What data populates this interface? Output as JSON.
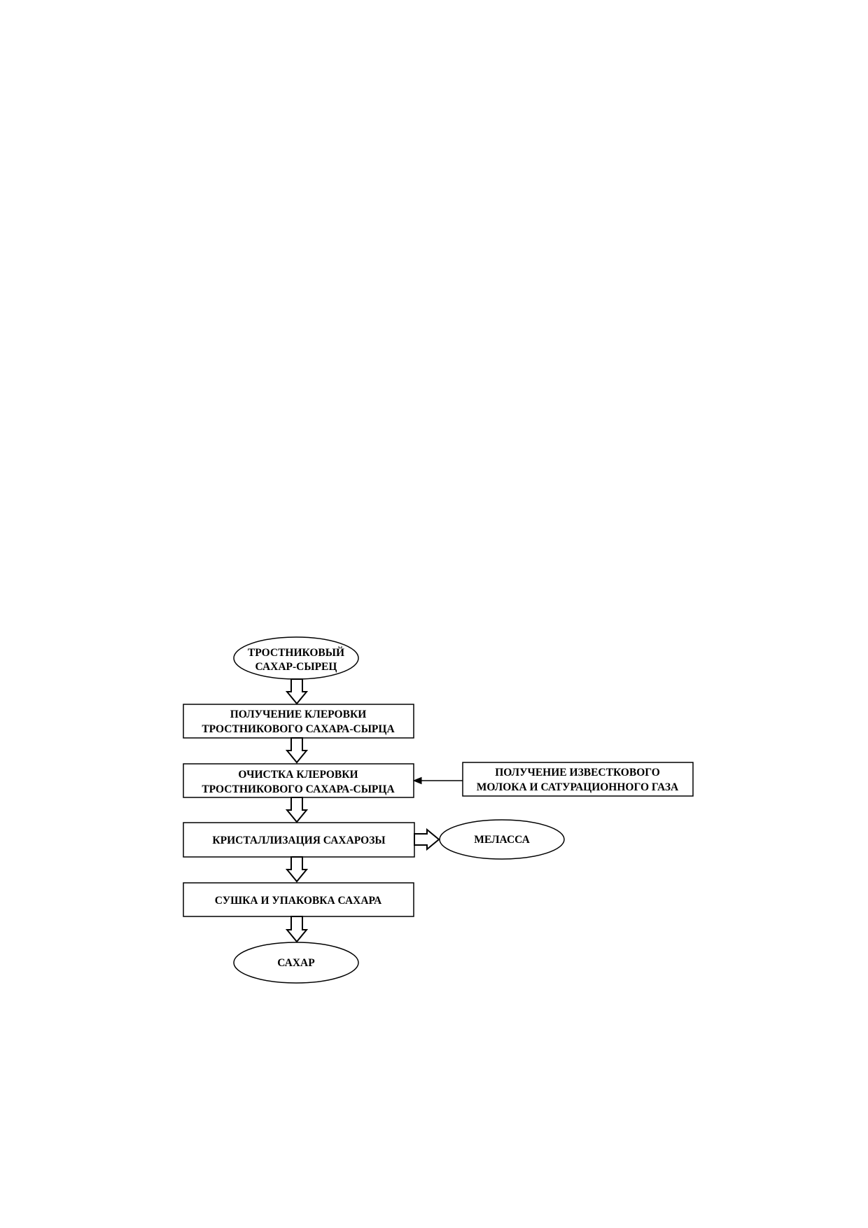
{
  "diagram": {
    "nodes": {
      "raw_sugar": {
        "lines": [
          "ТРОСТНИКОВЫЙ",
          "САХАР-СЫРЕЦ"
        ]
      },
      "clearing_production": {
        "lines": [
          "ПОЛУЧЕНИЕ  КЛЕРОВКИ",
          "ТРОСТНИКОВОГО  САХАРА-СЫРЦА"
        ]
      },
      "clearing_purification": {
        "lines": [
          "ОЧИСТКА  КЛЕРОВКИ",
          "ТРОСТНИКОВОГО  САХАРА-СЫРЦА"
        ]
      },
      "lime_milk": {
        "lines": [
          "ПОЛУЧЕНИЕ  ИЗВЕСТКОВОГО",
          "МОЛОКА И САТУРАЦИОННОГО  ГАЗА"
        ]
      },
      "crystallization": {
        "lines": [
          "КРИСТАЛЛИЗАЦИЯ  САХАРОЗЫ"
        ]
      },
      "molasses": {
        "lines": [
          "МЕЛАССА"
        ]
      },
      "drying_packing": {
        "lines": [
          "СУШКА И УПАКОВКА САХАРА"
        ]
      },
      "sugar": {
        "lines": [
          "САХАР"
        ]
      }
    }
  }
}
